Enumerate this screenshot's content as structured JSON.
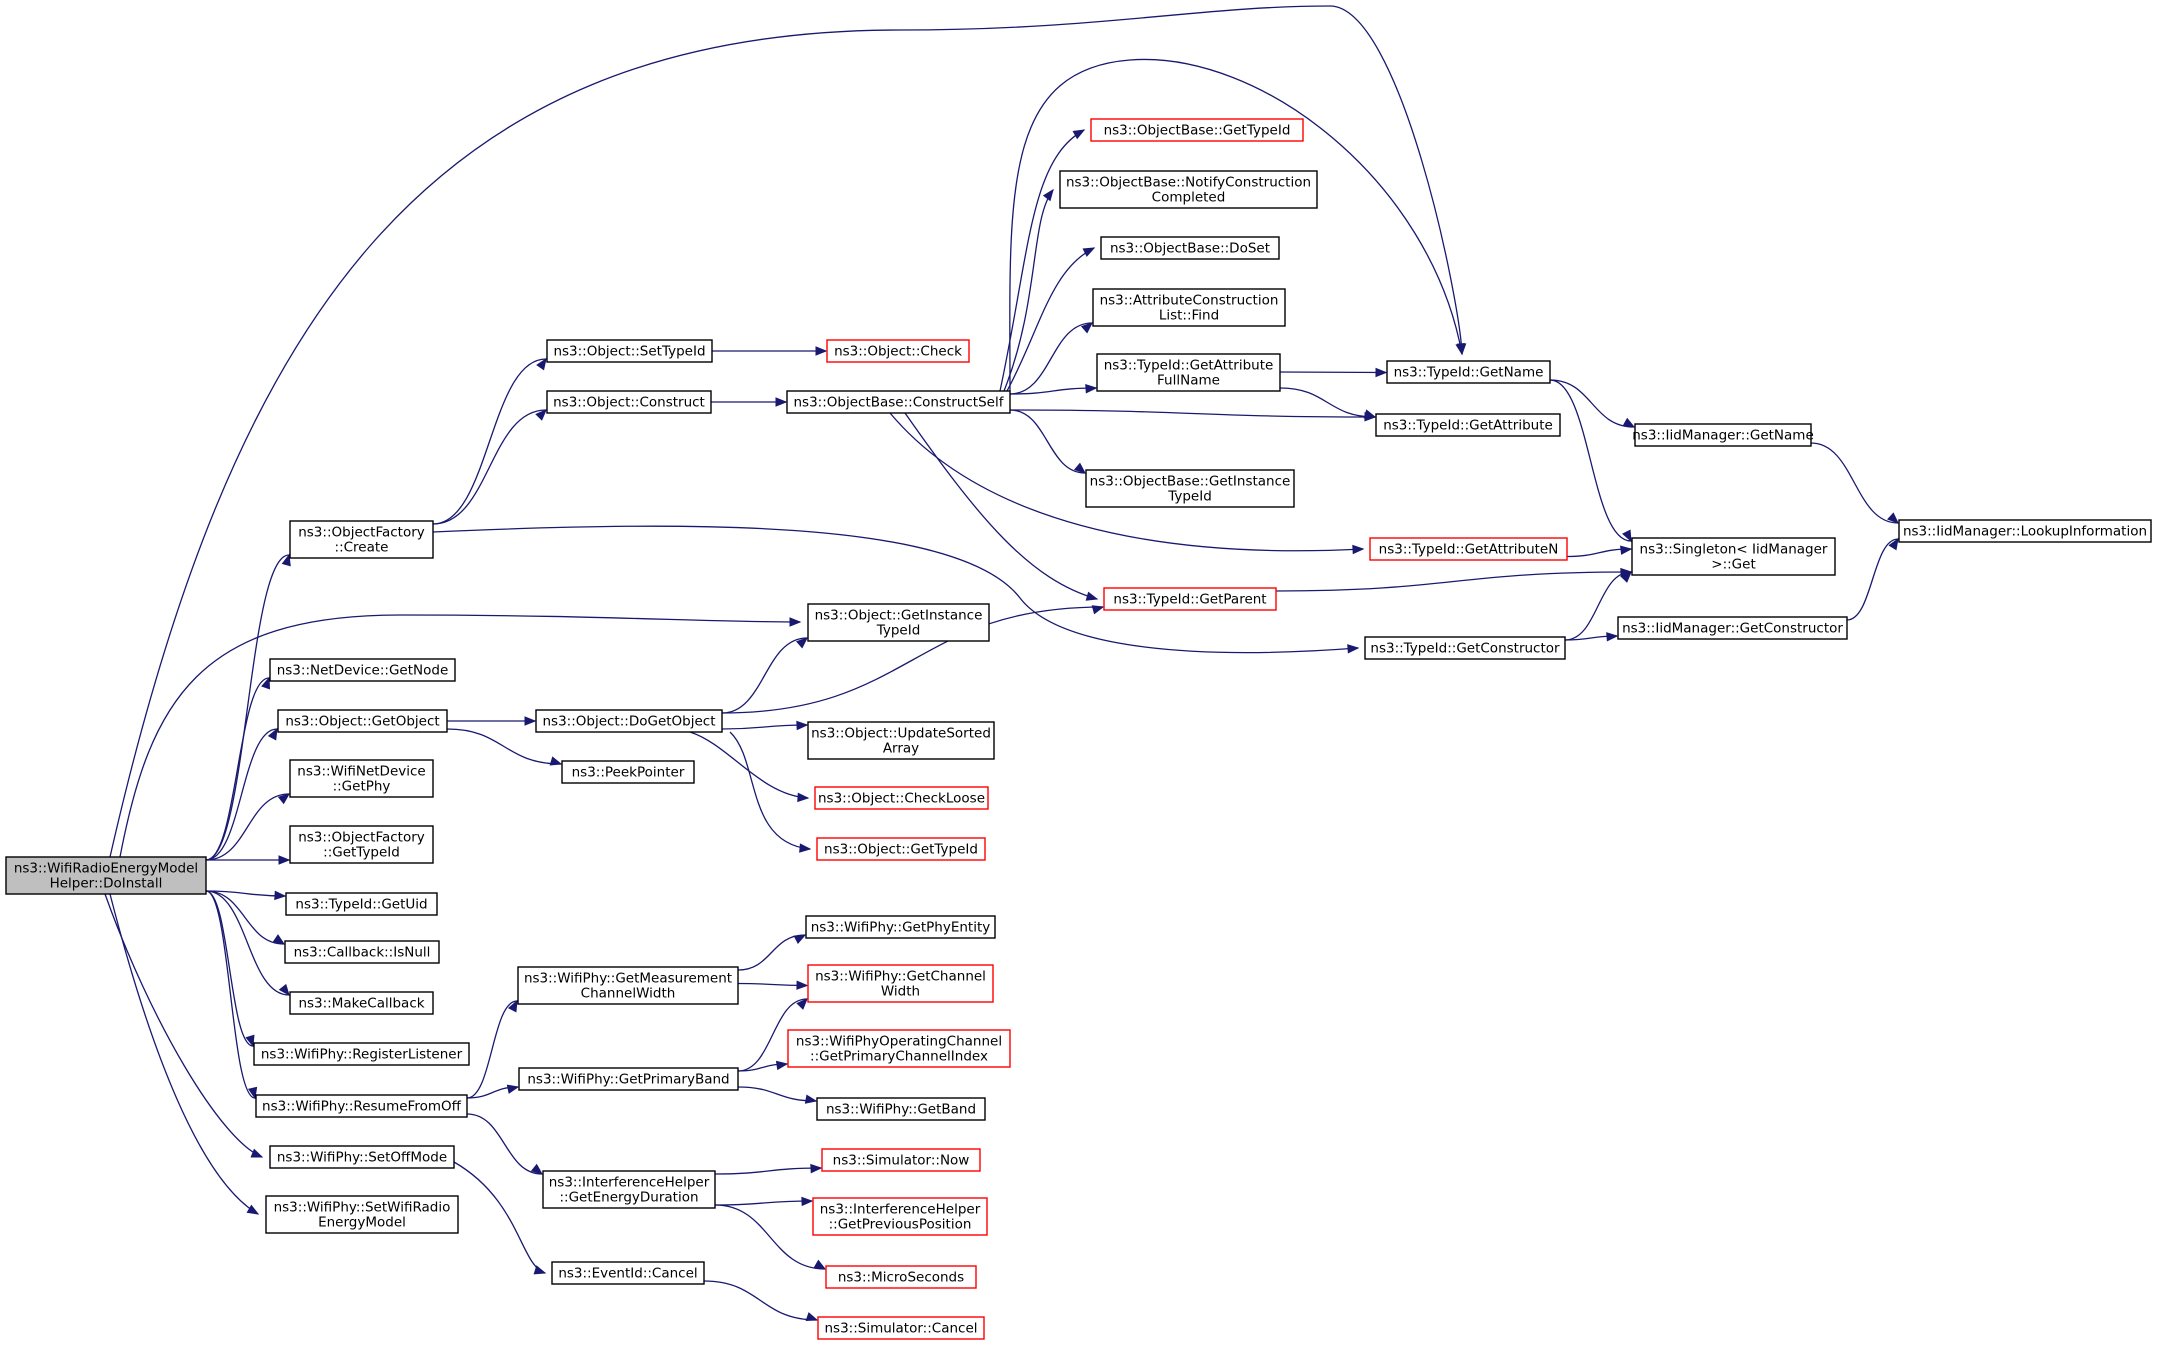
{
  "colors": {
    "edge": "#191970",
    "node_border": "#000000",
    "node_border_incomplete": "#ff0000",
    "root_fill": "#bfbfbf",
    "node_fill": "#ffffff"
  },
  "graph": {
    "root": "DoInstall",
    "nodes": [
      {
        "id": "DoInstall",
        "lines": [
          "ns3::WifiRadioEnergyModel",
          "Helper::DoInstall"
        ],
        "kind": "root"
      },
      {
        "id": "OF_Create",
        "lines": [
          "ns3::ObjectFactory",
          "::Create"
        ],
        "kind": "normal"
      },
      {
        "id": "Obj_SetTypeId",
        "lines": [
          "ns3::Object::SetTypeId"
        ],
        "kind": "normal"
      },
      {
        "id": "Obj_Construct",
        "lines": [
          "ns3::Object::Construct"
        ],
        "kind": "normal"
      },
      {
        "id": "Obj_Check",
        "lines": [
          "ns3::Object::Check"
        ],
        "kind": "incomplete"
      },
      {
        "id": "OB_ConstructSelf",
        "lines": [
          "ns3::ObjectBase::ConstructSelf"
        ],
        "kind": "normal"
      },
      {
        "id": "OB_GetTypeId",
        "lines": [
          "ns3::ObjectBase::GetTypeId"
        ],
        "kind": "incomplete"
      },
      {
        "id": "OB_NotifyCC",
        "lines": [
          "ns3::ObjectBase::NotifyConstruction",
          "Completed"
        ],
        "kind": "normal"
      },
      {
        "id": "OB_DoSet",
        "lines": [
          "ns3::ObjectBase::DoSet"
        ],
        "kind": "normal"
      },
      {
        "id": "ACL_Find",
        "lines": [
          "ns3::AttributeConstruction",
          "List::Find"
        ],
        "kind": "normal"
      },
      {
        "id": "TI_GetAttrFullName",
        "lines": [
          "ns3::TypeId::GetAttribute",
          "FullName"
        ],
        "kind": "normal"
      },
      {
        "id": "TI_GetName",
        "lines": [
          "ns3::TypeId::GetName"
        ],
        "kind": "normal"
      },
      {
        "id": "TI_GetAttribute",
        "lines": [
          "ns3::TypeId::GetAttribute"
        ],
        "kind": "normal"
      },
      {
        "id": "IM_GetName",
        "lines": [
          "ns3::IidManager::GetName"
        ],
        "kind": "normal"
      },
      {
        "id": "IM_Lookup",
        "lines": [
          "ns3::IidManager::LookupInformation"
        ],
        "kind": "normal"
      },
      {
        "id": "OB_GetInstanceTypeId",
        "lines": [
          "ns3::ObjectBase::GetInstance",
          "TypeId"
        ],
        "kind": "normal"
      },
      {
        "id": "TI_GetAttributeN",
        "lines": [
          "ns3::TypeId::GetAttributeN"
        ],
        "kind": "incomplete"
      },
      {
        "id": "Singleton_Get",
        "lines": [
          "ns3::Singleton< IidManager",
          " >::Get"
        ],
        "kind": "normal"
      },
      {
        "id": "TI_GetParent",
        "lines": [
          "ns3::TypeId::GetParent"
        ],
        "kind": "incomplete"
      },
      {
        "id": "TI_GetConstructor",
        "lines": [
          "ns3::TypeId::GetConstructor"
        ],
        "kind": "normal"
      },
      {
        "id": "IM_GetConstructor",
        "lines": [
          "ns3::IidManager::GetConstructor"
        ],
        "kind": "normal"
      },
      {
        "id": "Obj_GetInstanceTypeId",
        "lines": [
          "ns3::Object::GetInstance",
          "TypeId"
        ],
        "kind": "normal"
      },
      {
        "id": "ND_GetNode",
        "lines": [
          "ns3::NetDevice::GetNode"
        ],
        "kind": "normal"
      },
      {
        "id": "Obj_GetObject",
        "lines": [
          "ns3::Object::GetObject"
        ],
        "kind": "normal"
      },
      {
        "id": "Obj_DoGetObject",
        "lines": [
          "ns3::Object::DoGetObject"
        ],
        "kind": "normal"
      },
      {
        "id": "PeekPointer",
        "lines": [
          "ns3::PeekPointer"
        ],
        "kind": "normal"
      },
      {
        "id": "Obj_UpdateSorted",
        "lines": [
          "ns3::Object::UpdateSorted",
          "Array"
        ],
        "kind": "normal"
      },
      {
        "id": "Obj_CheckLoose",
        "lines": [
          "ns3::Object::CheckLoose"
        ],
        "kind": "incomplete"
      },
      {
        "id": "Obj_GetTypeId",
        "lines": [
          "ns3::Object::GetTypeId"
        ],
        "kind": "incomplete"
      },
      {
        "id": "WND_GetPhy",
        "lines": [
          "ns3::WifiNetDevice",
          "::GetPhy"
        ],
        "kind": "normal"
      },
      {
        "id": "OF_GetTypeId",
        "lines": [
          "ns3::ObjectFactory",
          "::GetTypeId"
        ],
        "kind": "normal"
      },
      {
        "id": "TI_GetUid",
        "lines": [
          "ns3::TypeId::GetUid"
        ],
        "kind": "normal"
      },
      {
        "id": "CB_IsNull",
        "lines": [
          "ns3::Callback::IsNull"
        ],
        "kind": "normal"
      },
      {
        "id": "MakeCallback",
        "lines": [
          "ns3::MakeCallback"
        ],
        "kind": "normal"
      },
      {
        "id": "WP_RegisterListener",
        "lines": [
          "ns3::WifiPhy::RegisterListener"
        ],
        "kind": "normal"
      },
      {
        "id": "WP_ResumeFromOff",
        "lines": [
          "ns3::WifiPhy::ResumeFromOff"
        ],
        "kind": "normal"
      },
      {
        "id": "WP_SetOffMode",
        "lines": [
          "ns3::WifiPhy::SetOffMode"
        ],
        "kind": "normal"
      },
      {
        "id": "WP_SetWifiRadioEM",
        "lines": [
          "ns3::WifiPhy::SetWifiRadio",
          "EnergyModel"
        ],
        "kind": "normal"
      },
      {
        "id": "WP_GetMeasCW",
        "lines": [
          "ns3::WifiPhy::GetMeasurement",
          "ChannelWidth"
        ],
        "kind": "normal"
      },
      {
        "id": "WP_GetPhyEntity",
        "lines": [
          "ns3::WifiPhy::GetPhyEntity"
        ],
        "kind": "normal"
      },
      {
        "id": "WP_GetChannelWidth",
        "lines": [
          "ns3::WifiPhy::GetChannel",
          "Width"
        ],
        "kind": "incomplete"
      },
      {
        "id": "WP_GetPrimaryBand",
        "lines": [
          "ns3::WifiPhy::GetPrimaryBand"
        ],
        "kind": "normal"
      },
      {
        "id": "WPOC_GetPCI",
        "lines": [
          "ns3::WifiPhyOperatingChannel",
          "::GetPrimaryChannelIndex"
        ],
        "kind": "incomplete"
      },
      {
        "id": "WP_GetBand",
        "lines": [
          "ns3::WifiPhy::GetBand"
        ],
        "kind": "normal"
      },
      {
        "id": "IH_GetEnergyDuration",
        "lines": [
          "ns3::InterferenceHelper",
          "::GetEnergyDuration"
        ],
        "kind": "normal"
      },
      {
        "id": "Sim_Now",
        "lines": [
          "ns3::Simulator::Now"
        ],
        "kind": "incomplete"
      },
      {
        "id": "IH_GetPrevPos",
        "lines": [
          "ns3::InterferenceHelper",
          "::GetPreviousPosition"
        ],
        "kind": "incomplete"
      },
      {
        "id": "MicroSeconds",
        "lines": [
          "ns3::MicroSeconds"
        ],
        "kind": "incomplete"
      },
      {
        "id": "EI_Cancel",
        "lines": [
          "ns3::EventId::Cancel"
        ],
        "kind": "normal"
      },
      {
        "id": "Sim_Cancel",
        "lines": [
          "ns3::Simulator::Cancel"
        ],
        "kind": "incomplete"
      }
    ],
    "edges": [
      [
        "DoInstall",
        "TI_GetName"
      ],
      [
        "DoInstall",
        "OF_Create"
      ],
      [
        "DoInstall",
        "Obj_GetInstanceTypeId"
      ],
      [
        "DoInstall",
        "ND_GetNode"
      ],
      [
        "DoInstall",
        "Obj_GetObject"
      ],
      [
        "DoInstall",
        "WND_GetPhy"
      ],
      [
        "DoInstall",
        "OF_GetTypeId"
      ],
      [
        "DoInstall",
        "TI_GetUid"
      ],
      [
        "DoInstall",
        "CB_IsNull"
      ],
      [
        "DoInstall",
        "MakeCallback"
      ],
      [
        "DoInstall",
        "WP_RegisterListener"
      ],
      [
        "DoInstall",
        "WP_ResumeFromOff"
      ],
      [
        "DoInstall",
        "WP_SetOffMode"
      ],
      [
        "DoInstall",
        "WP_SetWifiRadioEM"
      ],
      [
        "OF_Create",
        "Obj_SetTypeId"
      ],
      [
        "OF_Create",
        "Obj_Construct"
      ],
      [
        "OF_Create",
        "TI_GetConstructor"
      ],
      [
        "Obj_SetTypeId",
        "Obj_Check"
      ],
      [
        "Obj_Construct",
        "OB_ConstructSelf"
      ],
      [
        "OB_ConstructSelf",
        "TI_GetName"
      ],
      [
        "OB_ConstructSelf",
        "OB_GetTypeId"
      ],
      [
        "OB_ConstructSelf",
        "OB_NotifyCC"
      ],
      [
        "OB_ConstructSelf",
        "OB_DoSet"
      ],
      [
        "OB_ConstructSelf",
        "ACL_Find"
      ],
      [
        "OB_ConstructSelf",
        "TI_GetAttrFullName"
      ],
      [
        "OB_ConstructSelf",
        "TI_GetAttribute"
      ],
      [
        "OB_ConstructSelf",
        "OB_GetInstanceTypeId"
      ],
      [
        "OB_ConstructSelf",
        "TI_GetAttributeN"
      ],
      [
        "OB_ConstructSelf",
        "TI_GetParent"
      ],
      [
        "TI_GetAttrFullName",
        "TI_GetName"
      ],
      [
        "TI_GetAttrFullName",
        "TI_GetAttribute"
      ],
      [
        "TI_GetName",
        "IM_GetName"
      ],
      [
        "TI_GetName",
        "Singleton_Get"
      ],
      [
        "IM_GetName",
        "IM_Lookup"
      ],
      [
        "TI_GetAttributeN",
        "Singleton_Get"
      ],
      [
        "TI_GetParent",
        "Singleton_Get"
      ],
      [
        "TI_GetConstructor",
        "Singleton_Get"
      ],
      [
        "TI_GetConstructor",
        "IM_GetConstructor"
      ],
      [
        "IM_GetConstructor",
        "IM_Lookup"
      ],
      [
        "Obj_GetObject",
        "Obj_DoGetObject"
      ],
      [
        "Obj_GetObject",
        "PeekPointer"
      ],
      [
        "Obj_DoGetObject",
        "Obj_GetInstanceTypeId"
      ],
      [
        "Obj_DoGetObject",
        "TI_GetParent"
      ],
      [
        "Obj_DoGetObject",
        "Obj_UpdateSorted"
      ],
      [
        "Obj_DoGetObject",
        "Obj_CheckLoose"
      ],
      [
        "Obj_DoGetObject",
        "Obj_GetTypeId"
      ],
      [
        "WP_ResumeFromOff",
        "WP_GetMeasCW"
      ],
      [
        "WP_ResumeFromOff",
        "WP_GetPrimaryBand"
      ],
      [
        "WP_ResumeFromOff",
        "IH_GetEnergyDuration"
      ],
      [
        "WP_GetMeasCW",
        "WP_GetPhyEntity"
      ],
      [
        "WP_GetMeasCW",
        "WP_GetChannelWidth"
      ],
      [
        "WP_GetPrimaryBand",
        "WP_GetChannelWidth"
      ],
      [
        "WP_GetPrimaryBand",
        "WPOC_GetPCI"
      ],
      [
        "WP_GetPrimaryBand",
        "WP_GetBand"
      ],
      [
        "IH_GetEnergyDuration",
        "Sim_Now"
      ],
      [
        "IH_GetEnergyDuration",
        "IH_GetPrevPos"
      ],
      [
        "IH_GetEnergyDuration",
        "MicroSeconds"
      ],
      [
        "WP_SetOffMode",
        "EI_Cancel"
      ],
      [
        "EI_Cancel",
        "Sim_Cancel"
      ]
    ]
  }
}
